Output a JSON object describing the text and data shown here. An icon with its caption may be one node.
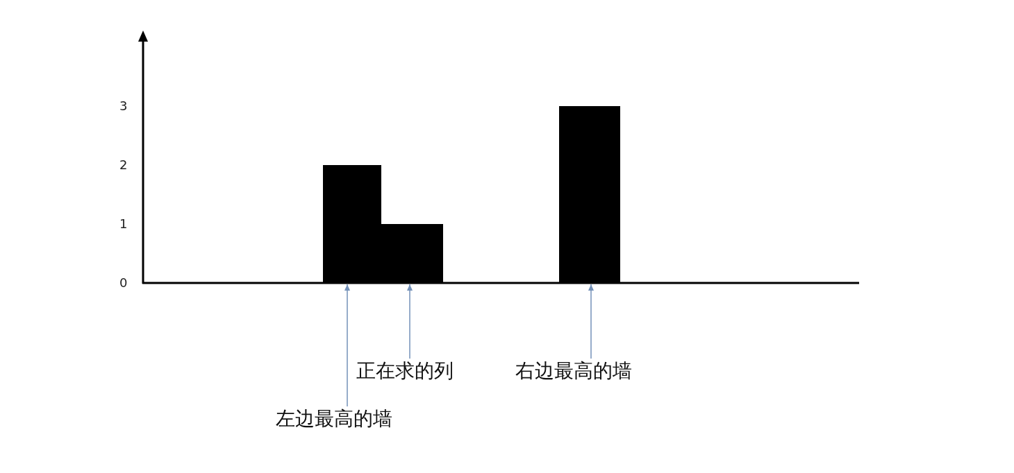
{
  "diagram": {
    "nodes": [
      {
        "text": [],
        "shape": "bar"
      },
      {
        "text": [],
        "shape": "bar"
      },
      {
        "text": [],
        "shape": "bar"
      },
      {
        "text": [
          "正在求的列"
        ]
      },
      {
        "text": [
          "右边最高的墙"
        ]
      },
      {
        "text": [
          "左边最高的墙"
        ]
      }
    ],
    "edges": [
      {
        "from": 5,
        "to": 0,
        "arrow": "to"
      },
      {
        "from": 3,
        "to": 1,
        "arrow": "to"
      },
      {
        "from": 4,
        "to": 2,
        "arrow": "to"
      }
    ],
    "labels": [
      "3",
      "2",
      "1",
      "0"
    ]
  }
}
